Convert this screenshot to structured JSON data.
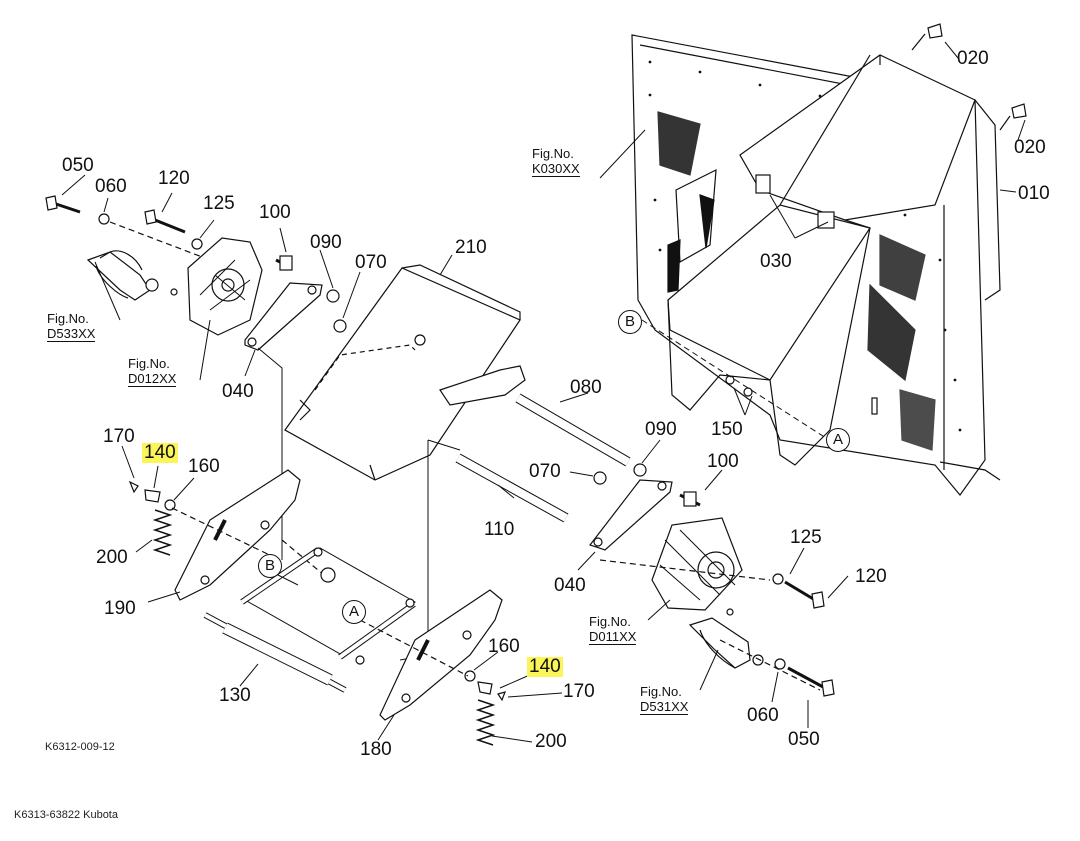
{
  "parts": {
    "p020a": "020",
    "p020b": "020",
    "p010": "010",
    "p030": "030",
    "p150": "150",
    "p050a": "050",
    "p060a": "060",
    "p120a": "120",
    "p125a": "125",
    "p100a": "100",
    "p090a": "090",
    "p070a": "070",
    "p210": "210",
    "p040a": "040",
    "p080": "080",
    "p090b": "090",
    "p070b": "070",
    "p100b": "100",
    "p110": "110",
    "p040b": "040",
    "p125b": "125",
    "p120b": "120",
    "p170a": "170",
    "p140a": "140",
    "p160a": "160",
    "p200a": "200",
    "p190": "190",
    "p130": "130",
    "p160b": "160",
    "p140b": "140",
    "p170b": "170",
    "p200b": "200",
    "p180": "180",
    "p060b": "060",
    "p050b": "050"
  },
  "figs": {
    "f1": {
      "label": "Fig.No.",
      "code": "K030XX"
    },
    "f2": {
      "label": "Fig.No.",
      "code": "D533XX"
    },
    "f3": {
      "label": "Fig.No.",
      "code": "D012XX"
    },
    "f4": {
      "label": "Fig.No.",
      "code": "D011XX"
    },
    "f5": {
      "label": "Fig.No.",
      "code": "D531XX"
    }
  },
  "markers": {
    "a1": "A",
    "a2": "A",
    "b1": "B",
    "b2": "B"
  },
  "highlight_color": "#fbf55a",
  "ref_code": "K6312-009-12",
  "footer": "K6313-63822 Kubota"
}
